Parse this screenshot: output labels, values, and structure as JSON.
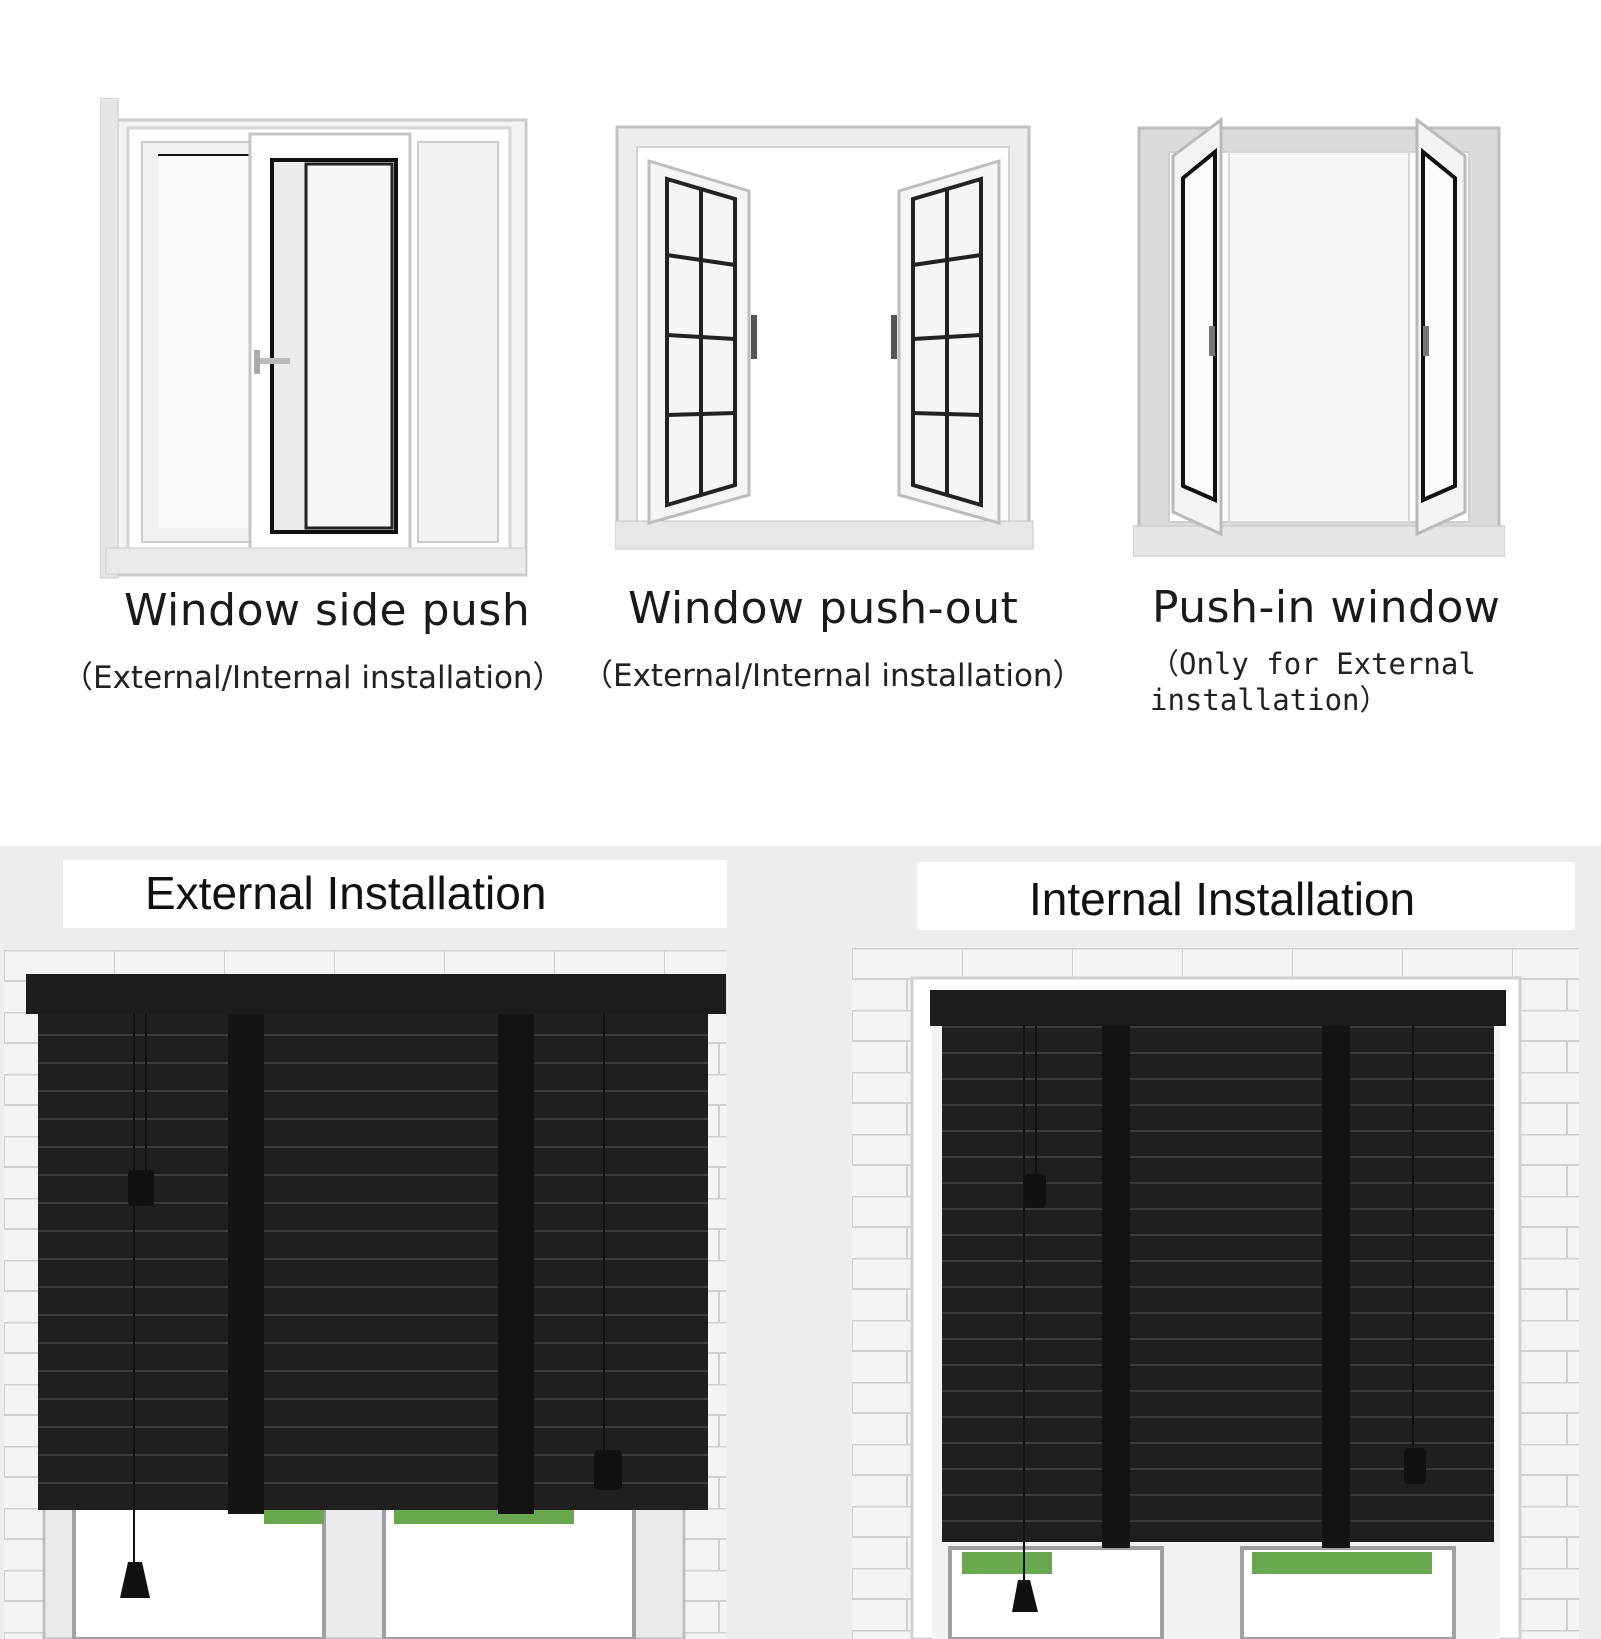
{
  "window_types": [
    {
      "title": "Window side push",
      "note": "（External/Internal installation）",
      "icon": "sliding-window"
    },
    {
      "title": "Window push-out",
      "note": "（External/Internal installation）",
      "icon": "outward-casement-window"
    },
    {
      "title": "Push-in window",
      "note": "（Only for External installation）",
      "icon": "inward-casement-window"
    }
  ],
  "installations": [
    {
      "label": "External Installation"
    },
    {
      "label": "Internal Installation"
    }
  ],
  "colors": {
    "blind": "#1c1c1c",
    "blind_slat_line": "#3a3a3a",
    "brick_wall": "#f4f4f4",
    "brick_mortar": "#d0d0d0",
    "grass": "#6aa84f",
    "panel_background": "#eceded"
  }
}
